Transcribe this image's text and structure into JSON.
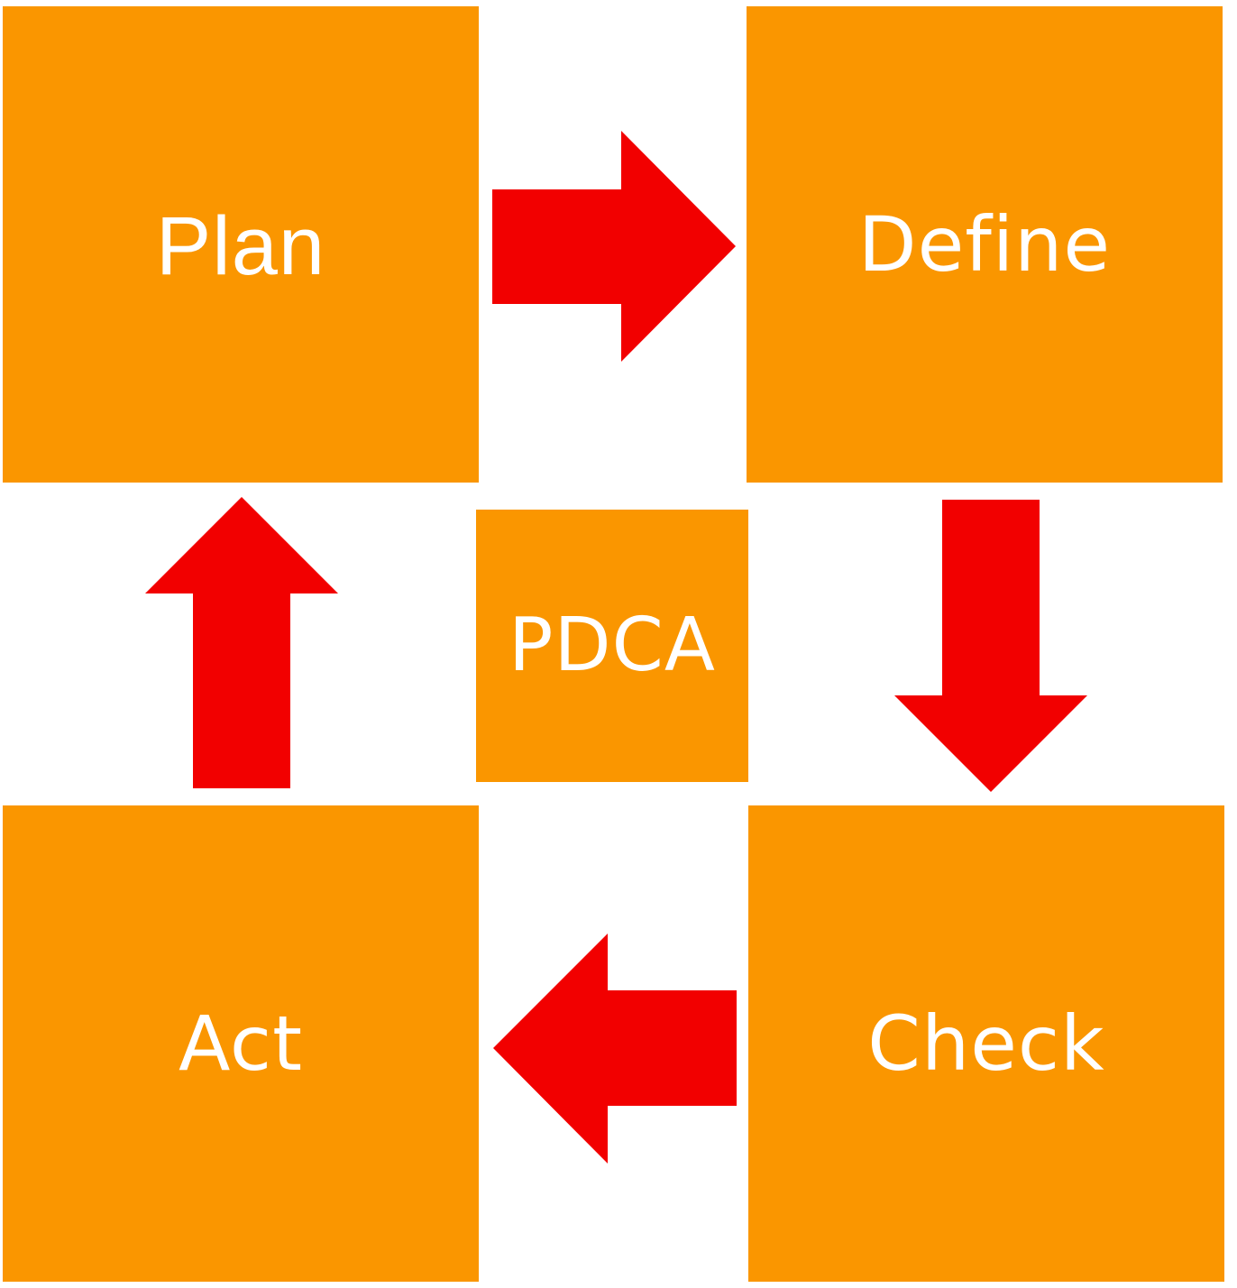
{
  "stages": {
    "plan": "Plan",
    "define": "Define",
    "check": "Check",
    "act": "Act"
  },
  "center": "PDCA",
  "colors": {
    "box": "#fa9600",
    "arrow": "#f20000",
    "text": "#ffffff",
    "background": "#ffffff"
  }
}
